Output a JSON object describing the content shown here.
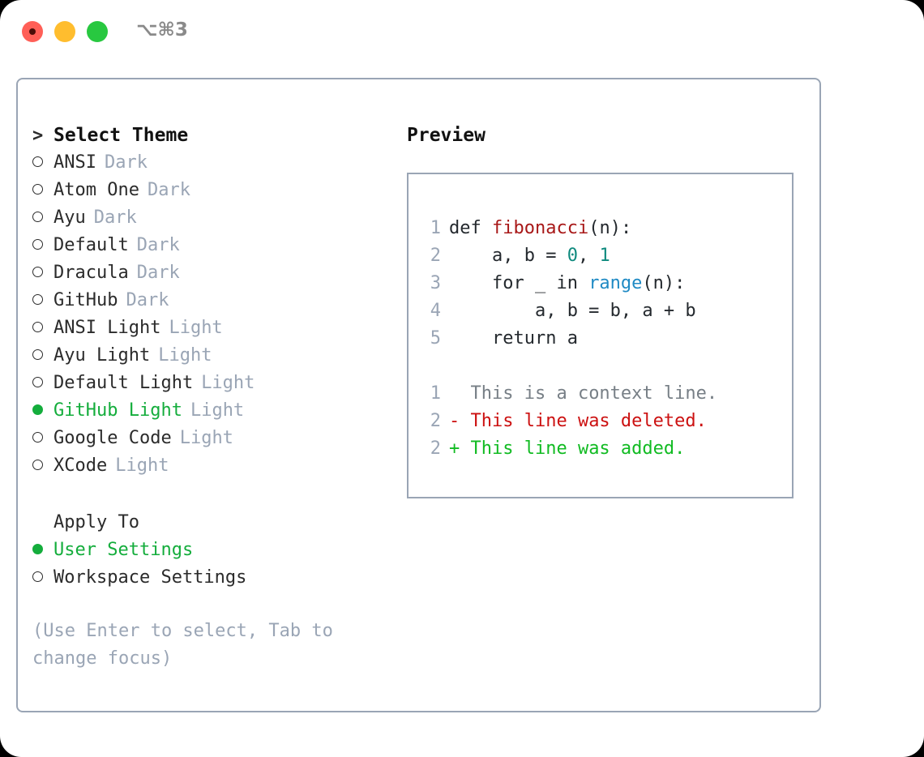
{
  "titlebar": {
    "shortcut": "⌥⌘3",
    "buttons": [
      "close",
      "minimize",
      "maximize"
    ]
  },
  "left": {
    "heading_marker": ">",
    "heading": "Select Theme",
    "themes": [
      {
        "marker": "o",
        "name": "ANSI",
        "tag": "Dark",
        "selected": false
      },
      {
        "marker": "o",
        "name": "Atom One",
        "tag": "Dark",
        "selected": false
      },
      {
        "marker": "o",
        "name": "Ayu",
        "tag": "Dark",
        "selected": false
      },
      {
        "marker": "o",
        "name": "Default",
        "tag": "Dark",
        "selected": false
      },
      {
        "marker": "o",
        "name": "Dracula",
        "tag": "Dark",
        "selected": false
      },
      {
        "marker": "o",
        "name": "GitHub",
        "tag": "Dark",
        "selected": false
      },
      {
        "marker": "o",
        "name": "ANSI Light",
        "tag": "Light",
        "selected": false
      },
      {
        "marker": "o",
        "name": "Ayu Light",
        "tag": "Light",
        "selected": false
      },
      {
        "marker": "o",
        "name": "Default Light",
        "tag": "Light",
        "selected": false
      },
      {
        "marker": "●",
        "name": "GitHub Light",
        "tag": "Light",
        "selected": true
      },
      {
        "marker": "o",
        "name": "Google Code",
        "tag": "Light",
        "selected": false
      },
      {
        "marker": "o",
        "name": "XCode",
        "tag": "Light",
        "selected": false
      }
    ],
    "apply_to_heading": "Apply To",
    "apply_to": [
      {
        "marker": "●",
        "name": "User Settings",
        "selected": true
      },
      {
        "marker": "o",
        "name": "Workspace Settings",
        "selected": false
      }
    ],
    "hint": "(Use Enter to select, Tab to change focus)"
  },
  "right": {
    "preview_title": "Preview",
    "code": [
      {
        "num": "1",
        "indent": "",
        "parts": [
          {
            "text": "def ",
            "style": "plain"
          },
          {
            "text": "fibonacci",
            "style": "fn"
          },
          {
            "text": "(n):",
            "style": "plain"
          }
        ]
      },
      {
        "num": "2",
        "indent": "",
        "parts": [
          {
            "text": "    a, b = ",
            "style": "plain"
          },
          {
            "text": "0",
            "style": "num"
          },
          {
            "text": ", ",
            "style": "plain"
          },
          {
            "text": "1",
            "style": "num"
          }
        ]
      },
      {
        "num": "3",
        "indent": "",
        "parts": [
          {
            "text": "    for _ in ",
            "style": "plain"
          },
          {
            "text": "range",
            "style": "kw"
          },
          {
            "text": "(n):",
            "style": "plain"
          }
        ]
      },
      {
        "num": "4",
        "indent": "",
        "parts": [
          {
            "text": "        a, b = b, a + b",
            "style": "plain"
          }
        ]
      },
      {
        "num": "5",
        "indent": "",
        "parts": [
          {
            "text": "    return a",
            "style": "plain"
          }
        ]
      }
    ],
    "diff": [
      {
        "num": "1",
        "sign": " ",
        "text": "This is a context line.",
        "kind": "context"
      },
      {
        "num": "2",
        "sign": "-",
        "text": "This line was deleted.",
        "kind": "deleted"
      },
      {
        "num": "2",
        "sign": "+",
        "text": "This line was added.",
        "kind": "added"
      }
    ]
  },
  "colors": {
    "accent_green": "#14ad3c",
    "muted": "#9aa5b5",
    "border": "#9aa5b5",
    "code_fn": "#a81818",
    "code_num": "#0f8a7e",
    "code_kw": "#1f8ac4",
    "diff_deleted": "#cc1111",
    "diff_added": "#11bb22",
    "diff_context": "#777f86",
    "traffic_close": "#ff5f57",
    "traffic_min": "#ffbd2e",
    "traffic_max": "#28c840"
  }
}
